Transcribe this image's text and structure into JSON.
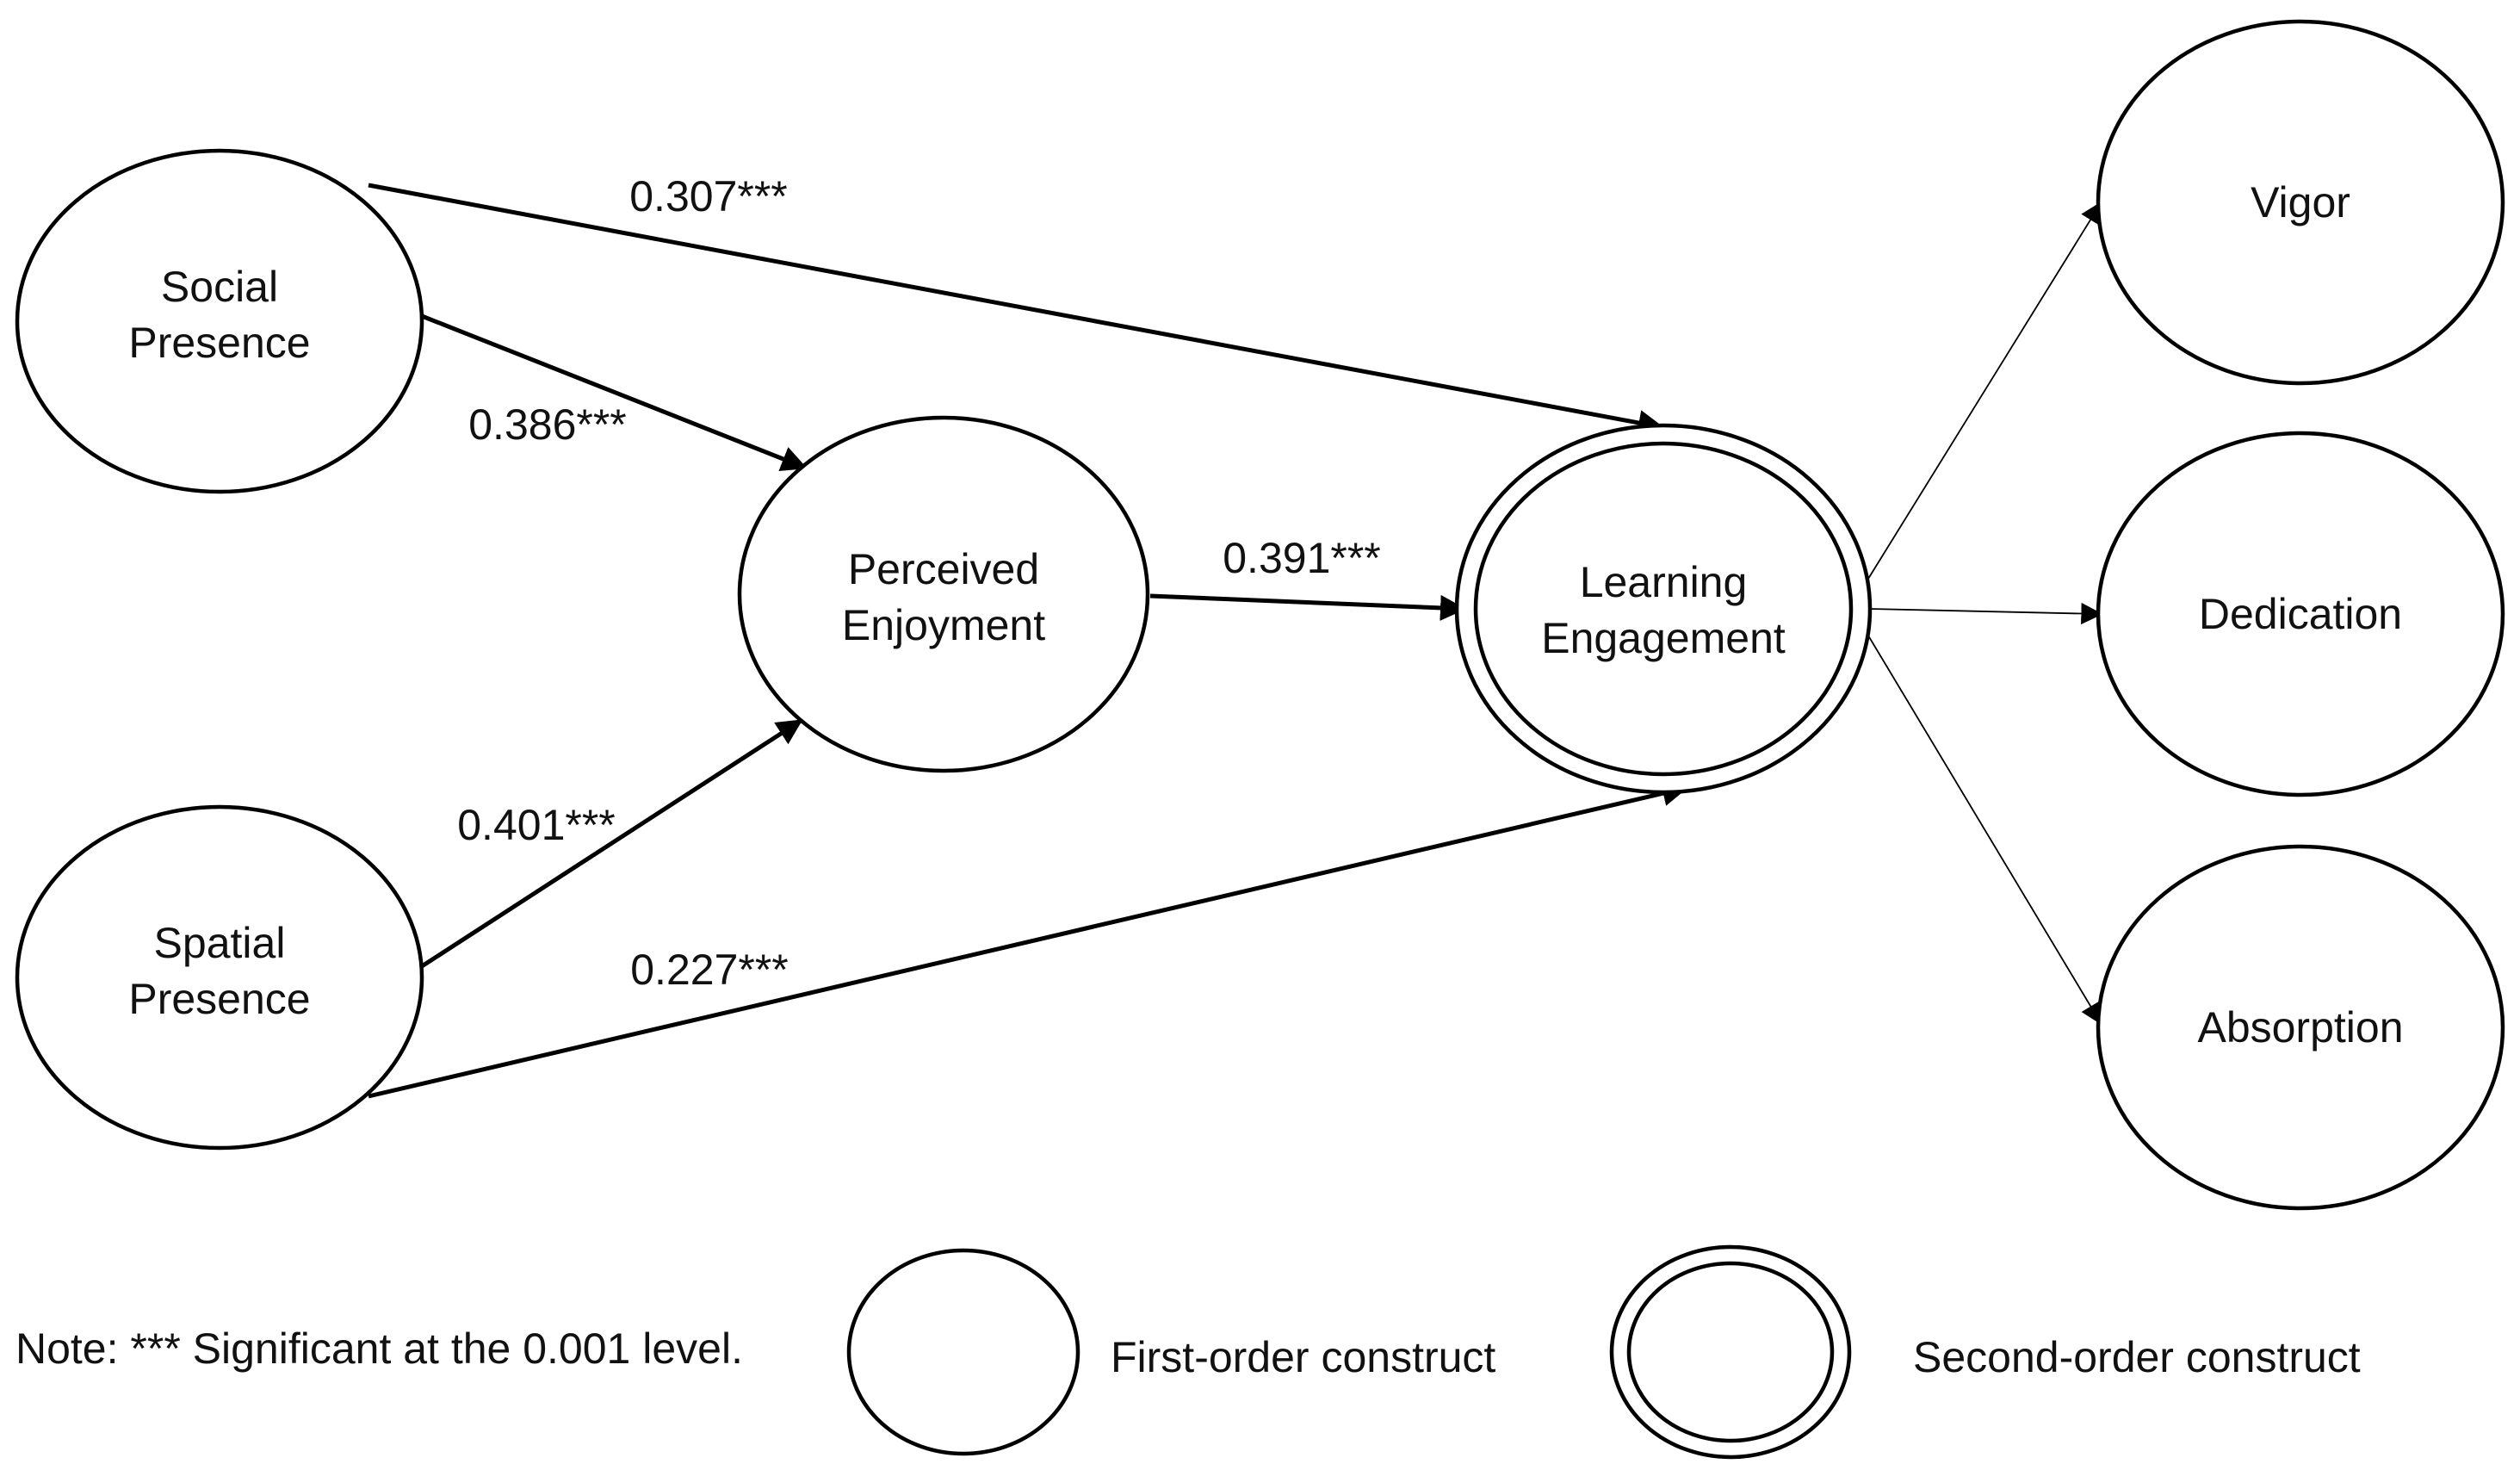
{
  "nodes": {
    "social_presence": {
      "line1": "Social",
      "line2": "Presence"
    },
    "spatial_presence": {
      "line1": "Spatial",
      "line2": "Presence"
    },
    "perceived_enjoyment": {
      "line1": "Perceived",
      "line2": "Enjoyment"
    },
    "learning_engagement": {
      "line1": "Learning",
      "line2": "Engagement"
    },
    "vigor": {
      "label": "Vigor"
    },
    "dedication": {
      "label": "Dedication"
    },
    "absorption": {
      "label": "Absorption"
    }
  },
  "paths": {
    "social_to_engagement": "0.307***",
    "social_to_enjoyment": "0.386***",
    "enjoyment_to_engagement": "0.391***",
    "spatial_to_enjoyment": "0.401***",
    "spatial_to_engagement": "0.227***"
  },
  "legend": {
    "note": "Note: *** Significant at the 0.001 level.",
    "first_order": "First-order construct",
    "second_order": "Second-order construct"
  }
}
